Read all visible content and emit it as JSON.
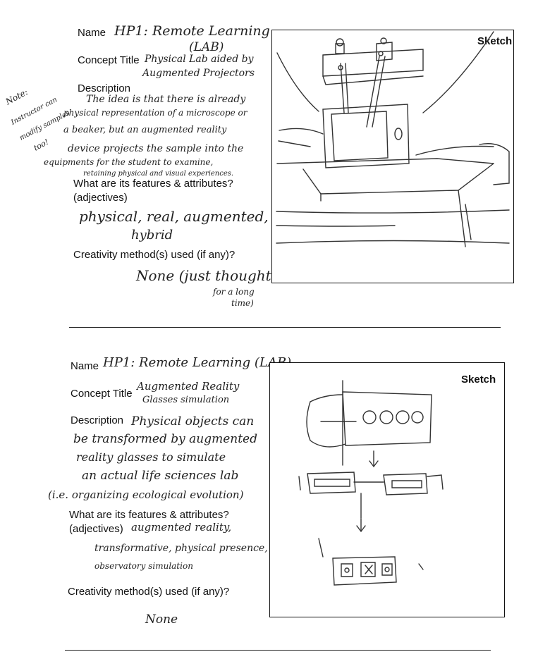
{
  "form1": {
    "name_label": "Name",
    "name_value_line1": "HP1: Remote Learning",
    "name_value_line2": "(LAB)",
    "concept_label": "Concept Title",
    "concept_line1": "Physical Lab aided by",
    "concept_line2": "Augmented Projectors",
    "description_label": "Description",
    "description_lines": [
      "The idea is that there is already",
      "physical representation of a microscope or",
      "a beaker, but an augmented reality",
      "device projects the sample into the",
      "equipments for the student to examine,",
      "retaining physical and visual experiences."
    ],
    "features_label_1": "What are its features & attributes?",
    "features_label_2": "(adjectives)",
    "features_line1": "physical, real, augmented,",
    "features_line2": "hybrid",
    "creativity_label": "Creativity method(s) used (if any)?",
    "creativity_line1": "None (just thought",
    "creativity_line2": "for a long",
    "creativity_line3": "time)",
    "margin_note_lines": [
      "Note:",
      "Instructor can",
      "modify samples",
      "too!"
    ],
    "sketch_label": "Sketch"
  },
  "form2": {
    "name_label": "Name",
    "name_value": "HP1: Remote Learning (LAB)",
    "concept_label": "Concept Title",
    "concept_line1": "Augmented Reality",
    "concept_line2": "Glasses simulation",
    "description_label": "Description",
    "description_lines": [
      "Physical objects can",
      "be transformed by augmented",
      "reality glasses to simulate",
      "an actual life sciences lab",
      "(i.e. organizing ecological evolution)"
    ],
    "features_label_1": "What are its features & attributes?",
    "features_label_2": "(adjectives)",
    "features_line1": "augmented reality,",
    "features_line2": "transformative, physical presence,",
    "features_line3": "observatory simulation",
    "creativity_label": "Creativity method(s) used (if any)?",
    "creativity_value": "None",
    "sketch_label": "Sketch"
  }
}
